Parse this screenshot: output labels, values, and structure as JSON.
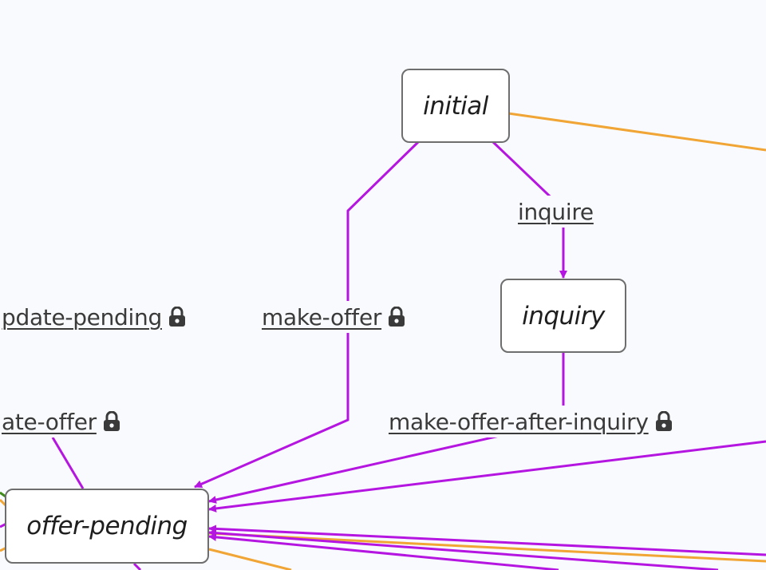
{
  "colors": {
    "background": "#f9fafd",
    "node_border": "#6e6e6e",
    "action_edge": "#b515e0",
    "timeout_edge": "#f0a535",
    "other_edge": "#3f8a1a"
  },
  "states": {
    "initial": "initial",
    "inquiry": "inquiry",
    "offer_pending": "offer-pending"
  },
  "transitions": {
    "inquire": {
      "label": "inquire",
      "locked": false
    },
    "make_offer": {
      "label": "make-offer",
      "locked": true,
      "icon": "lock-icon"
    },
    "make_offer_after_inquiry": {
      "label": "make-offer-after-inquiry",
      "locked": true,
      "icon": "lock-icon"
    },
    "update_pending": {
      "label": "pdate-pending",
      "locked": true,
      "icon": "lock-icon"
    },
    "update_offer": {
      "label": "ate-offer",
      "locked": true,
      "icon": "lock-icon"
    }
  }
}
